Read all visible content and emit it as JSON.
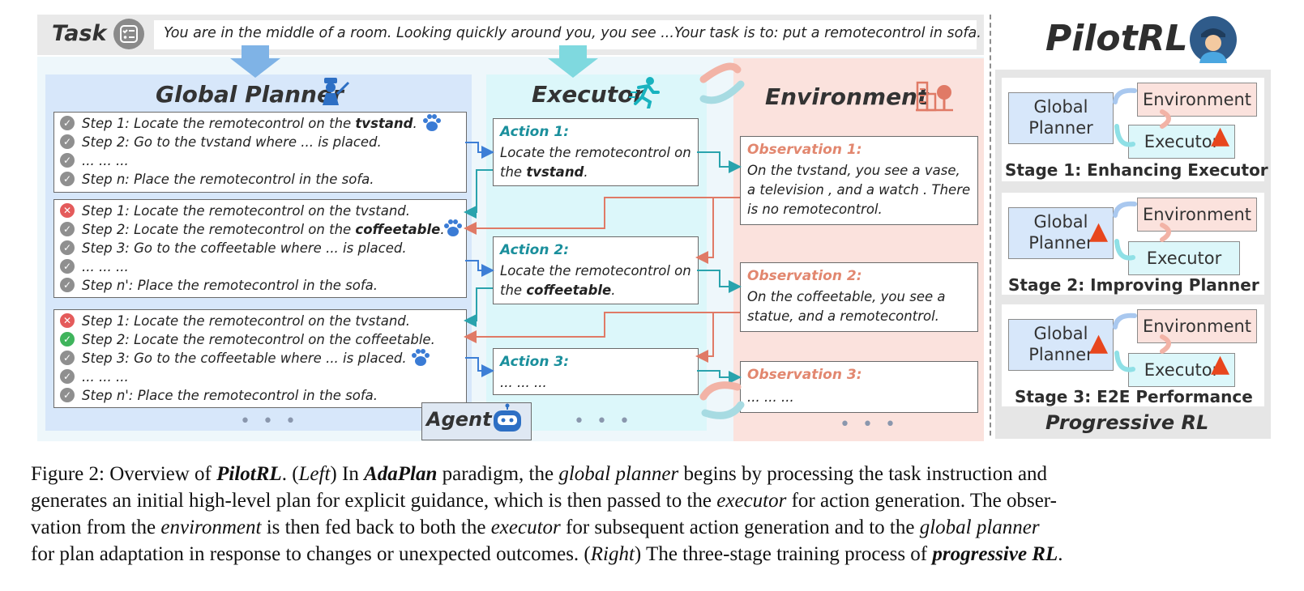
{
  "task": {
    "label": "Task",
    "text": "You are in the middle of a room. Looking quickly around you, you see ...Your task is to: put a remotecontrol in sofa."
  },
  "global_planner": {
    "title": "Global Planner",
    "plans": [
      {
        "steps": [
          {
            "status": "pending",
            "text": "Step 1: Locate the remotecontrol on the ",
            "bold": "tvstand",
            "tail": "."
          },
          {
            "status": "pending",
            "text": "Step 2: Go to the tvstand where ... is placed.",
            "bold": "",
            "tail": ""
          },
          {
            "status": "pending",
            "text": "... ... ...",
            "bold": "",
            "tail": ""
          },
          {
            "status": "pending",
            "text": "Step n: Place the remotecontrol in the sofa.",
            "bold": "",
            "tail": ""
          }
        ]
      },
      {
        "steps": [
          {
            "status": "fail",
            "text": "Step 1: Locate the remotecontrol on the tvstand.",
            "bold": "",
            "tail": ""
          },
          {
            "status": "pending",
            "text": "Step 2: Locate the remotecontrol on the ",
            "bold": "coffeetable",
            "tail": "."
          },
          {
            "status": "pending",
            "text": "Step 3: Go to the coffeetable where ... is placed.",
            "bold": "",
            "tail": ""
          },
          {
            "status": "pending",
            "text": "... ... ...",
            "bold": "",
            "tail": ""
          },
          {
            "status": "pending",
            "text": "Step n': Place the remotecontrol in the sofa.",
            "bold": "",
            "tail": ""
          }
        ]
      },
      {
        "steps": [
          {
            "status": "fail",
            "text": "Step 1: Locate the remotecontrol on the tvstand.",
            "bold": "",
            "tail": ""
          },
          {
            "status": "success",
            "text": "Step 2: Locate the remotecontrol on the coffeetable.",
            "bold": "",
            "tail": ""
          },
          {
            "status": "pending",
            "text": "Step 3: Go to the coffeetable where ... is placed.",
            "bold": "",
            "tail": ""
          },
          {
            "status": "pending",
            "text": "... ... ...",
            "bold": "",
            "tail": ""
          },
          {
            "status": "pending",
            "text": "Step n': Place the remotecontrol in the sofa.",
            "bold": "",
            "tail": ""
          }
        ]
      }
    ]
  },
  "executor": {
    "title": "Executor",
    "actions": [
      {
        "head": "Action 1:",
        "line1": "Locate the remotecontrol on",
        "line2_pre": "the ",
        "line2_bold": "tvstand",
        "line2_post": "."
      },
      {
        "head": "Action 2:",
        "line1": "Locate the remotecontrol on",
        "line2_pre": "the ",
        "line2_bold": "coffeetable",
        "line2_post": "."
      },
      {
        "head": "Action 3:",
        "line1": "... ... ...",
        "line2_pre": "",
        "line2_bold": "",
        "line2_post": ""
      }
    ]
  },
  "environment": {
    "title": "Environment",
    "observations": [
      {
        "head": "Observation 1:",
        "lines": [
          "On the tvstand, you see a vase,",
          "a television , and a watch . There",
          "is no remotecontrol."
        ]
      },
      {
        "head": "Observation 2:",
        "lines": [
          "On the coffeetable, you see a",
          "statue, and a remotecontrol."
        ]
      },
      {
        "head": "Observation 3:",
        "lines": [
          "... ... ..."
        ]
      }
    ]
  },
  "agent_label": "Agent",
  "ellipsis": "• • •",
  "pilotrl": {
    "title": "PilotRL",
    "boxes": {
      "global_planner_1": "Global",
      "global_planner_2": "Planner",
      "environment": "Environment",
      "executor": "Executor"
    },
    "stages": [
      {
        "label": "Stage 1: Enhancing Executor",
        "fire_planner": false,
        "fire_executor": true
      },
      {
        "label": "Stage 2: Improving Planner",
        "fire_planner": true,
        "fire_executor": false
      },
      {
        "label": "Stage 3: E2E Performance",
        "fire_planner": true,
        "fire_executor": true
      }
    ],
    "footer": "Progressive RL"
  },
  "caption": {
    "l1_a": "Figure 2: Overview of ",
    "l1_b": "PilotRL",
    "l1_c": ". (",
    "l1_d": "Left",
    "l1_e": ") In ",
    "l1_f": "AdaPlan",
    "l1_g": " paradigm, the ",
    "l1_h": "global planner",
    "l1_i": " begins by processing the task instruction and",
    "l2_a": "generates an initial high-level plan for explicit guidance, which is then passed to the ",
    "l2_b": "executor",
    "l2_c": " for action generation. The obser-",
    "l3_a": "vation from the ",
    "l3_b": "environment",
    "l3_c": " is then fed back to both the ",
    "l3_d": "executor",
    "l3_e": " for subsequent action generation and to the ",
    "l3_f": "global planner",
    "l4_a": "for plan adaptation in response to changes or unexpected outcomes. (",
    "l4_b": "Right",
    "l4_c": ") The three-stage training process of ",
    "l4_d": "progressive RL",
    "l4_e": "."
  },
  "colors": {
    "planner_bg": "#d7e7fa",
    "executor_bg": "#dcf7fa",
    "environment_bg": "#fbe2dd",
    "action_head": "#1a8f9c",
    "observation_head": "#e2876f",
    "flow_blue": "#3d7fd6",
    "flow_teal": "#2aa3ad",
    "flow_red": "#e07a66"
  }
}
